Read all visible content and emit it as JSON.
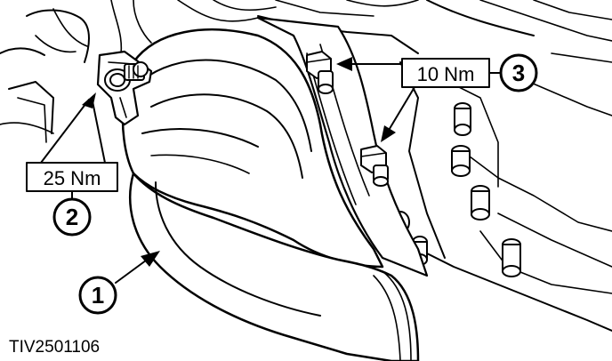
{
  "figure_id": "TIV2501106",
  "callouts": [
    {
      "number": "1"
    },
    {
      "number": "2",
      "torque": "25 Nm"
    },
    {
      "number": "3",
      "torque": "10 Nm"
    }
  ]
}
